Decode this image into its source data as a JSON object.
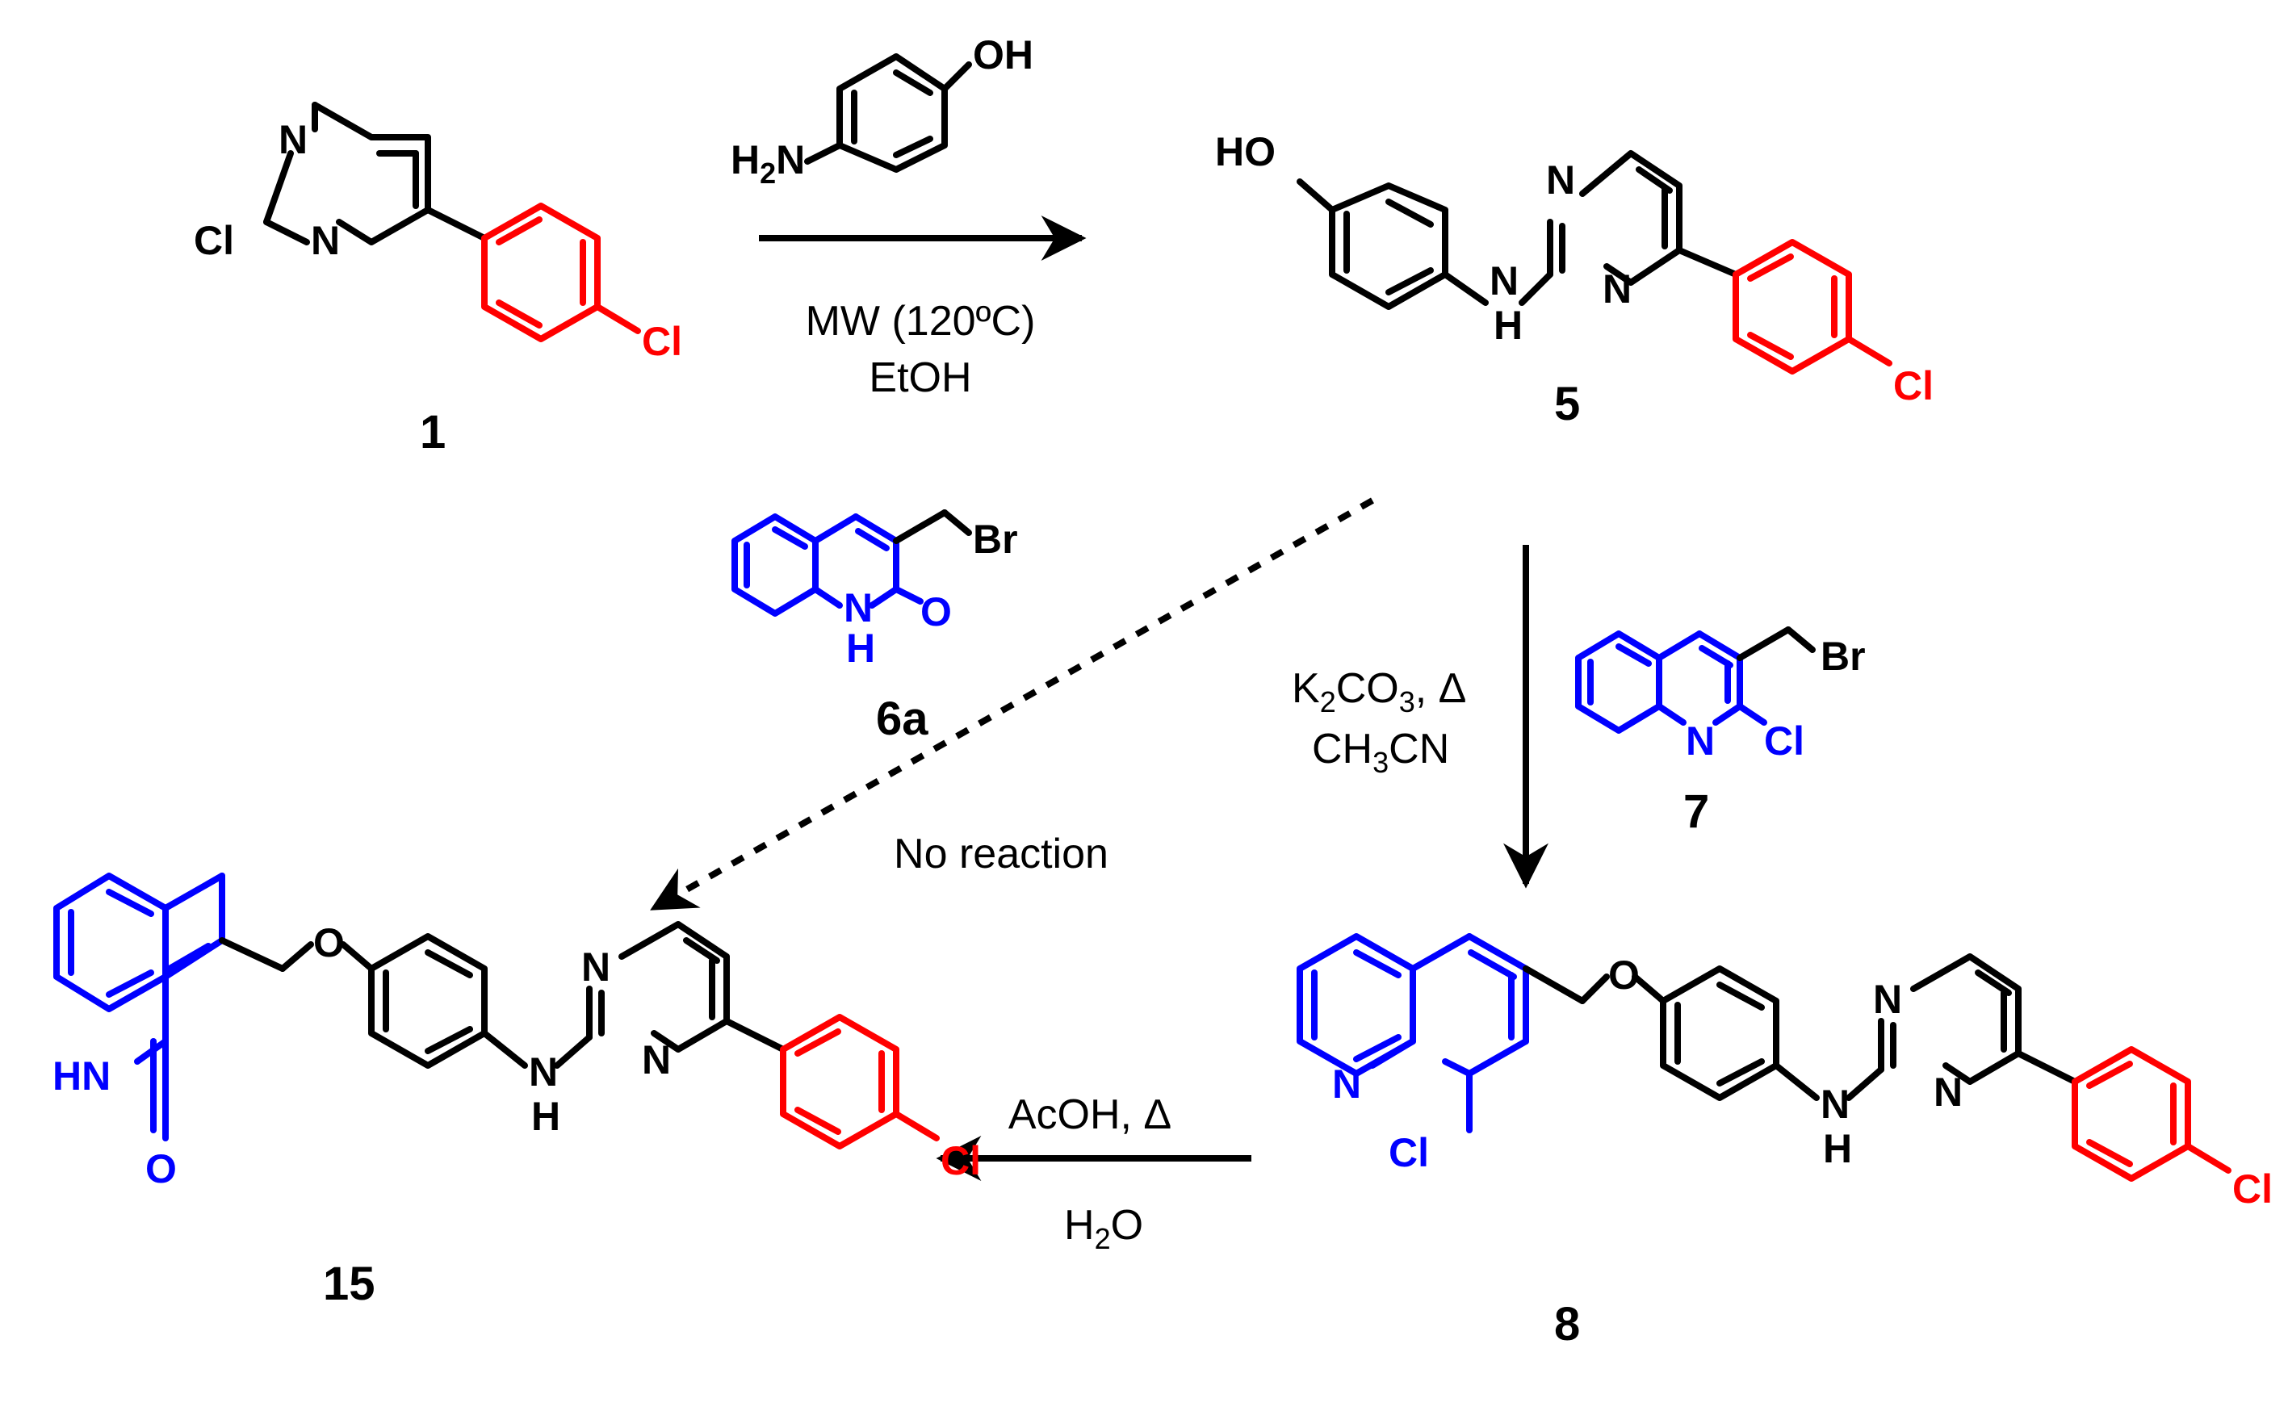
{
  "colors": {
    "ink": "#000000",
    "red": "#ff0000",
    "blue": "#0000ff"
  },
  "compounds": {
    "c1": "1",
    "c5": "5",
    "c6a": "6a",
    "c7": "7",
    "c8": "8",
    "c15": "15"
  },
  "atoms": {
    "N": "N",
    "Cl": "Cl",
    "O": "O",
    "OH": "OH",
    "HO": "HO",
    "Br": "Br",
    "H": "H",
    "H2N_H": "H",
    "H2N_2": "2",
    "H2N_N": "N",
    "HN": "HN"
  },
  "conditions": {
    "step1_line1": "MW (120ºC)",
    "step1_line2": "EtOH",
    "step2_k": "K",
    "step2_k_sub": "2",
    "step2_co": "CO",
    "step2_co_sub": "3",
    "step2_delta": ", Δ",
    "step2_ch": "CH",
    "step2_ch_sub": "3",
    "step2_cn": "CN",
    "step3_line1": "AcOH, Δ",
    "step3_h": "H",
    "step3_h_sub": "2",
    "step3_o": "O",
    "no_reaction": "No reaction"
  }
}
